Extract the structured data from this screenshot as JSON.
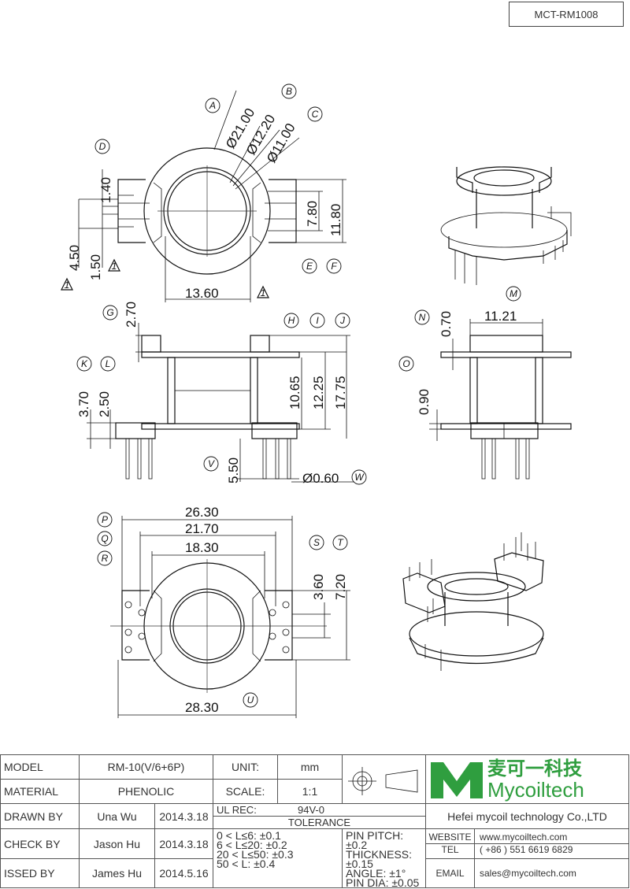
{
  "part_number": "MCT-RM1008",
  "dimensions": {
    "top": [
      "Ø21.00",
      "Ø12.20",
      "Ø11.00",
      "1.40",
      "4.50",
      "1.50",
      "7.80",
      "11.80",
      "13.60"
    ],
    "side": [
      "2.70",
      "3.70",
      "2.50",
      "10.65",
      "12.25",
      "17.75",
      "5.50",
      "Ø0.60"
    ],
    "right": [
      "0.70",
      "11.21",
      "0.90"
    ],
    "bottom": [
      "26.30",
      "21.70",
      "18.30",
      "3.60",
      "7.20",
      "28.30"
    ]
  },
  "labels": {
    "top": [
      "A",
      "B",
      "C",
      "D",
      "E",
      "F"
    ],
    "side": [
      "G",
      "H",
      "I",
      "J",
      "K",
      "L",
      "V",
      "W"
    ],
    "right": [
      "M",
      "N",
      "O"
    ],
    "bottom": [
      "P",
      "Q",
      "R",
      "S",
      "T",
      "U"
    ]
  },
  "tolerance_marker": "1",
  "title_block": {
    "model_label": "MODEL",
    "model_value": "RM-10(V/6+6P)",
    "material_label": "MATERIAL",
    "material_value": "PHENOLIC",
    "drawn_label": "DRAWN BY",
    "drawn_name": "Una Wu",
    "drawn_date": "2014.3.18",
    "check_label": "CHECK BY",
    "check_name": "Jason Hu",
    "check_date": "2014.3.18",
    "issued_label": "ISSED BY",
    "issued_name": "James Hu",
    "issued_date": "2014.5.16",
    "unit_label": "UNIT:",
    "unit_value": "mm",
    "scale_label": "SCALE:",
    "scale_value": "1:1",
    "ul_label": "UL REC:",
    "ul_value": "94V-0",
    "tolerance_label": "TOLERANCE",
    "tol_lines": [
      "0 < L≤6:  ±0.1",
      "6 < L≤20:  ±0.2",
      "20 < L≤50:  ±0.3",
      "50 < L:  ±0.4"
    ],
    "tol_lines2": [
      "PIN PITCH:±0.2",
      "THICKNESS:  ±0.15",
      "ANGLE:  ±1°",
      "PIN DIA:  ±0.05"
    ]
  },
  "company": {
    "logo_cn": "麦可一科技",
    "logo_en": "Mycoiltech",
    "full_name": "Hefei mycoil technology Co.,LTD",
    "website_label": "WEBSITE",
    "website": "www.mycoiltech.com",
    "tel_label": "TEL",
    "tel": "( +86 ) 551 6619 6829",
    "email_label": "EMAIL",
    "email": "sales@mycoiltech.com"
  },
  "colors": {
    "logo_green": "#2f9e3f"
  }
}
